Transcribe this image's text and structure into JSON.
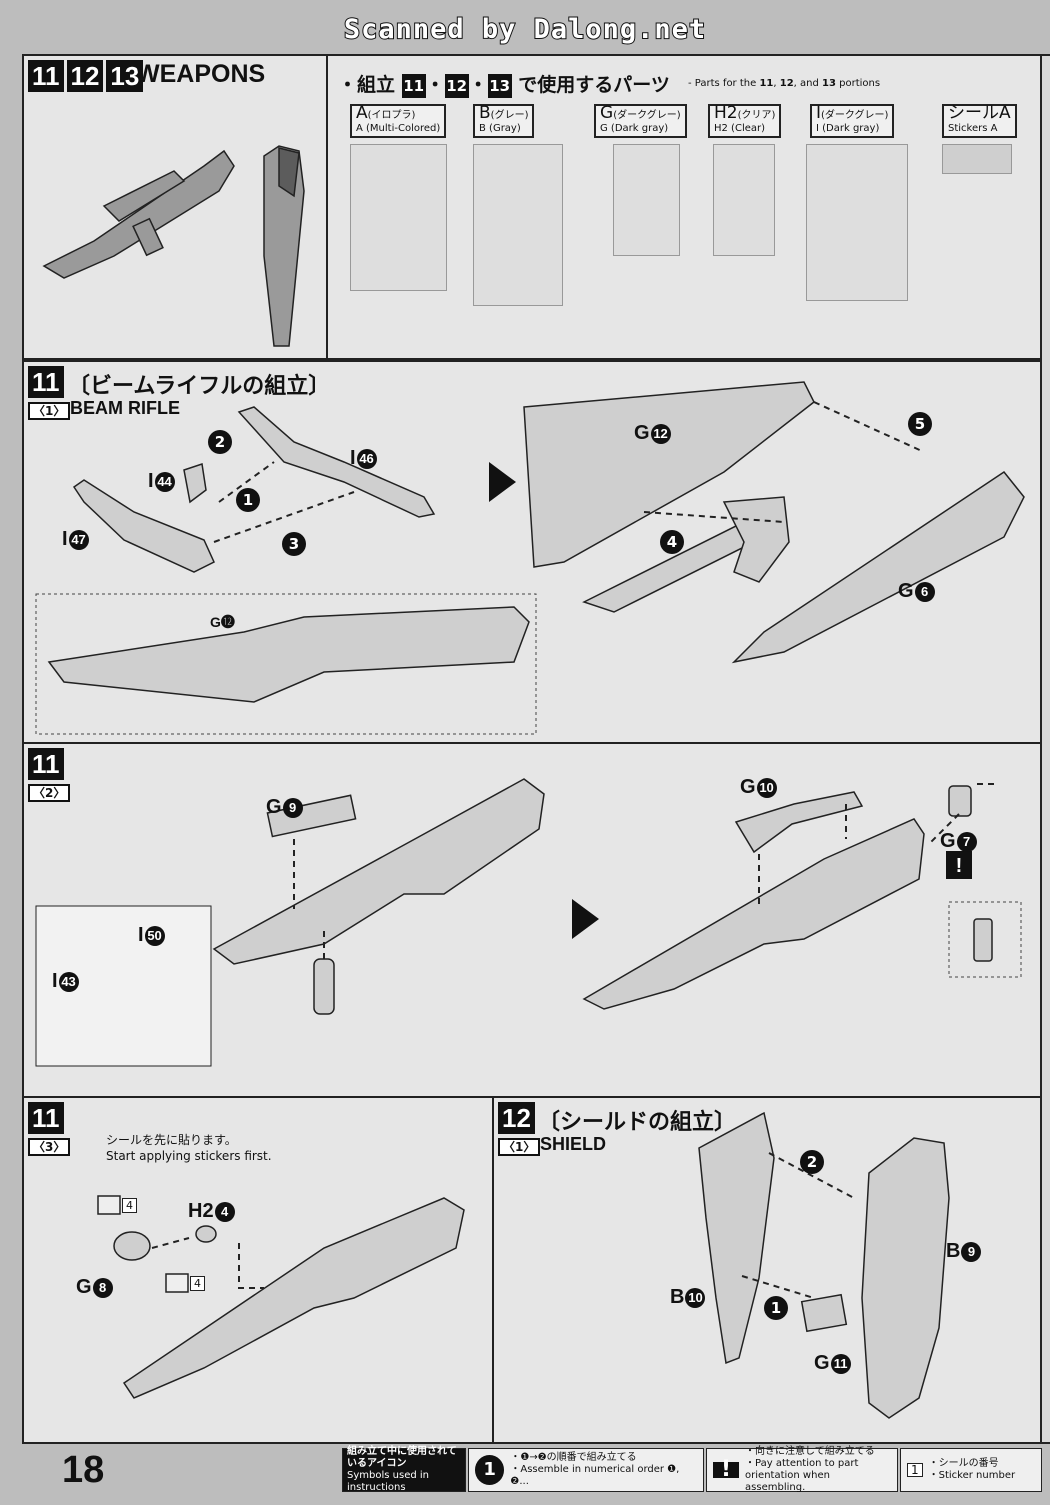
{
  "banner": "Scanned by Dalong.net",
  "header": {
    "step_numbers": [
      "11",
      "12",
      "13"
    ],
    "title": "WEAPONS",
    "parts_intro": "・組立",
    "parts_intro_suffix": "で使用するパーツ",
    "parts_intro_en": "- Parts for the",
    "parts_intro_en_and": "and",
    "parts_intro_en_suffix": "portions",
    "runners": [
      {
        "code": "A",
        "jp": "(イロプラ)",
        "en": "A (Multi-Colored)"
      },
      {
        "code": "B",
        "jp": "(グレー)",
        "en": "B (Gray)"
      },
      {
        "code": "G",
        "jp": "(ダークグレー)",
        "en": "G (Dark gray)"
      },
      {
        "code": "H2",
        "jp": "(クリア)",
        "en": "H2 (Clear)"
      },
      {
        "code": "I",
        "jp": "(ダークグレー)",
        "en": "I (Dark gray)"
      },
      {
        "code": "シールA",
        "jp": "",
        "en": "Stickers A"
      }
    ]
  },
  "step11_1": {
    "num": "11",
    "sub": "〈1〉",
    "title_jp": "〔ビームライフルの組立〕",
    "title_en": "BEAM RIFLE",
    "labels": [
      "I",
      "I",
      "I",
      "G",
      "G"
    ],
    "part_nums": [
      "44",
      "46",
      "47",
      "12",
      "6"
    ],
    "order": [
      "1",
      "2",
      "3",
      "4",
      "5"
    ],
    "inset_label": "G⓬"
  },
  "step11_2": {
    "num": "11",
    "sub": "〈2〉",
    "labels": [
      "G",
      "I",
      "I",
      "G",
      "G"
    ],
    "part_nums": [
      "9",
      "50",
      "43",
      "10",
      "7"
    ]
  },
  "step11_3": {
    "num": "11",
    "sub": "〈3〉",
    "note_jp": "シールを先に貼ります。",
    "note_en": "Start applying stickers first.",
    "labels": [
      "H2",
      "G"
    ],
    "part_nums": [
      "4",
      "8"
    ],
    "stickers": [
      "4",
      "4"
    ]
  },
  "step12_1": {
    "num": "12",
    "sub": "〈1〉",
    "title_jp": "〔シールドの組立〕",
    "title_en": "SHIELD",
    "labels": [
      "B",
      "B",
      "G"
    ],
    "part_nums": [
      "9",
      "10",
      "11"
    ],
    "order": [
      "1",
      "2"
    ]
  },
  "footer": {
    "page": "18",
    "legend_title_jp": "組み立て中に使用されているアイコン",
    "legend_title_en": "Symbols used in instructions",
    "legend1_jp": "・❶→❷の順番で組み立てる",
    "legend1_en": "・Assemble in numerical order ❶, ❷...",
    "legend2_jp": "・向きに注意して組み立てる",
    "legend2_en": "・Pay attention to part orientation when assembling.",
    "legend3_jp": "・シールの番号",
    "legend3_en": "・Sticker number",
    "icon_order": "1",
    "icon_warn": "!",
    "icon_sticker": "1"
  }
}
